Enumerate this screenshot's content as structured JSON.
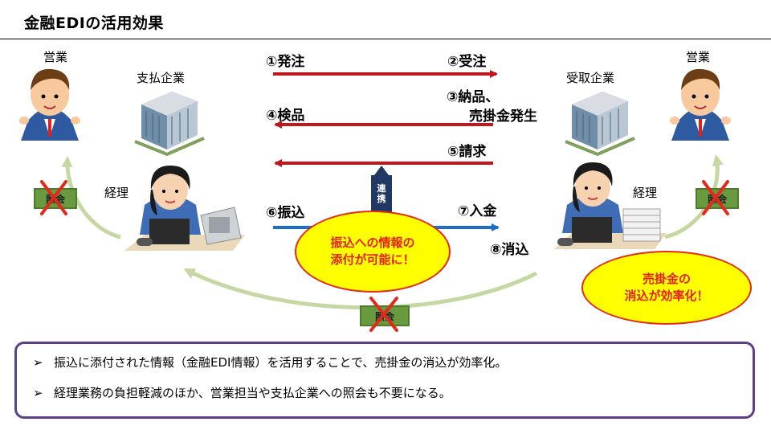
{
  "title": "金融EDIの活用効果",
  "labels": {
    "sales_left": "営業",
    "sales_right": "営業",
    "payer": "支払企業",
    "receiver": "受取企業",
    "accounting_left": "経理",
    "accounting_right": "経理"
  },
  "steps": {
    "s1": "①発注",
    "s2": "②受注",
    "s3_line1": "③納品、",
    "s3_line2": "売掛金発生",
    "s4": "④検品",
    "s5": "⑤請求",
    "s6": "⑥振込",
    "s7": "⑦入金",
    "s8": "⑧消込"
  },
  "renkei": [
    "連",
    "携"
  ],
  "shokai_label": "照会",
  "callout_center": {
    "line1": "振込への情報の",
    "line2": "添付が可能に！"
  },
  "callout_right": {
    "line1": "売掛金の",
    "line2": "消込が効率化！"
  },
  "summary": {
    "bullet_mark": "➢",
    "items": [
      "振込に添付された情報（金融EDI情報）を活用することで、売掛金の消込が効率化。",
      "経理業務の負担軽減のほか、営業担当や支払企業への照会も不要になる。"
    ]
  },
  "colors": {
    "red_arrow": "#c0161c",
    "blue_arrow": "#1f6fc9",
    "green_arrow": "#c5d8a4",
    "ellipse_fill": "#ffff00",
    "callout_text": "#e8201a",
    "summary_border": "#5e3f8c",
    "renkei_box": "#1f3864"
  }
}
